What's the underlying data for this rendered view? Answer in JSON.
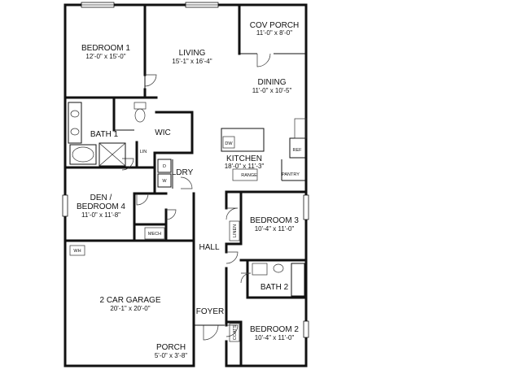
{
  "rooms": {
    "bedroom1": {
      "name": "BEDROOM 1",
      "dims": "12'-0\" x 15'-0\""
    },
    "living": {
      "name": "LIVING",
      "dims": "15'-1\" x 16'-4\""
    },
    "cov_porch": {
      "name": "COV PORCH",
      "dims": "11'-0\" x 8'-0\""
    },
    "dining": {
      "name": "DINING",
      "dims": "11'-0\" x 10'-5\""
    },
    "bath1": {
      "name": "BATH 1"
    },
    "wic": {
      "name": "WIC"
    },
    "kitchen": {
      "name": "KITCHEN",
      "dims": "18'-0\" x 11'-3\""
    },
    "ldry": {
      "name": "LDRY"
    },
    "den": {
      "name_line1": "DEN /",
      "name_line2": "BEDROOM 4",
      "dims": "11'-0\" x 11'-8\""
    },
    "bedroom3": {
      "name": "BEDROOM 3",
      "dims": "10'-4\" x 11'-0\""
    },
    "hall": {
      "name": "HALL"
    },
    "bath2": {
      "name": "BATH 2"
    },
    "garage": {
      "name": "2 CAR GARAGE",
      "dims": "20'-1\" x 20'-0\""
    },
    "foyer": {
      "name": "FOYER"
    },
    "bedroom2": {
      "name": "BEDROOM 2",
      "dims": "10'-4\" x 11'-0\""
    },
    "porch": {
      "name": "PORCH",
      "dims": "5'-0\" x 3'-8\""
    }
  },
  "fixtures": {
    "lin": "LIN",
    "dw": "DW",
    "ref": "REF",
    "range": "RANGE",
    "pantry": "PANTRY",
    "d": "D",
    "w": "W",
    "mech": "MECH",
    "linen": "LINEN",
    "wh": "WH",
    "coats": "COATS"
  }
}
